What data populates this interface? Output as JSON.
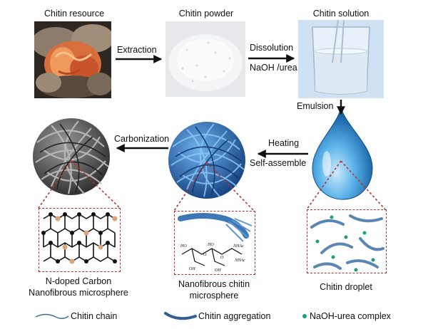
{
  "stages": {
    "resource": "Chitin resource",
    "powder": "Chitin powder",
    "solution": "Chitin solution",
    "droplet": "Chitin droplet",
    "nanofibrous_line1": "Nanofibrous chitin",
    "nanofibrous_line2": "microsphere",
    "carbon_line1": "N-doped Carbon",
    "carbon_line2": "Nanofibrous microsphere"
  },
  "steps": {
    "extraction": "Extraction",
    "dissolution": "Dissolution",
    "dissolution_agent": "NaOH /urea",
    "emulsion": "Emulsion",
    "heating": "Heating",
    "self_assemble": "Self-assemble",
    "carbonization": "Carbonization"
  },
  "legend": {
    "chain": "Chitin chain",
    "aggregation": "Chitin aggregation",
    "complex": "NaOH-urea complex"
  },
  "molecule_labels": [
    "HO",
    "O",
    "HO",
    "NHAc",
    "OH",
    "O",
    "NHAc",
    "OH"
  ],
  "colors": {
    "arrow": "#111111",
    "dash": "#b5322a",
    "chain": "#3f6f9c",
    "aggregation": "#2f5f93",
    "complex": "#1aa07a",
    "blue_sphere": "#2b6cb3",
    "carbon": "#6b6b6b",
    "nitrogen": "#d9a37c"
  }
}
